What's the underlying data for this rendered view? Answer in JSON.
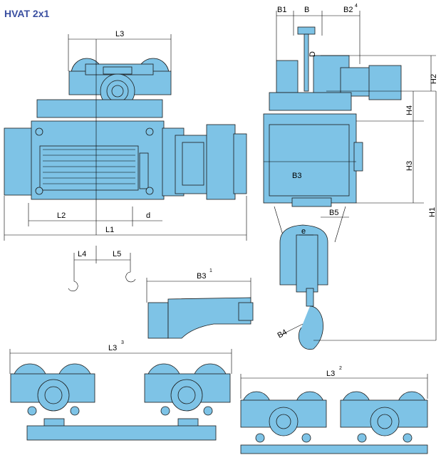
{
  "title": "HVAT 2x1",
  "colors": {
    "body": "#7ec3e6",
    "title": "#3a4fa0",
    "line": "#1a1a1a"
  },
  "labels": {
    "L3": "L3",
    "L2": "L2",
    "d": "d",
    "L1": "L1",
    "L4": "L4",
    "L5": "L5",
    "B1": "B1",
    "B": "B",
    "B2": "B2",
    "B2_sup": "4",
    "D": "D",
    "H2": "H2",
    "H4": "H4",
    "H3": "H3",
    "H1": "H1",
    "B3": "B3",
    "B5": "B5",
    "e": "e",
    "B3b": "B3",
    "B3b_sup": "1",
    "B4": "B4",
    "L3c": "L3",
    "L3c_sup": "3",
    "L3d": "L3",
    "L3d_sup": "2"
  }
}
